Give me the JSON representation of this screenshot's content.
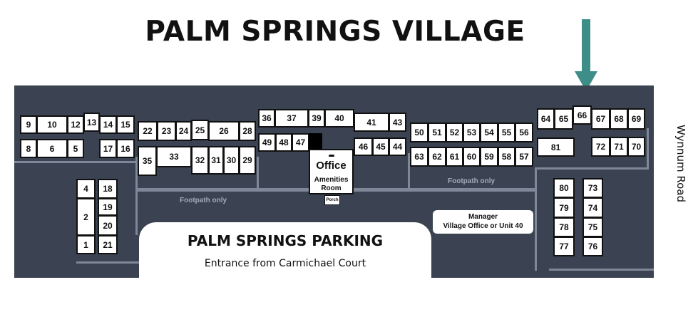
{
  "title": "PALM SPRINGS VILLAGE",
  "road": "Wynnum Road",
  "footpath_label": "Footpath only",
  "office": {
    "label": "Office",
    "sub1": "Amenities",
    "sub2": "Room",
    "porch": "Porch"
  },
  "manager": {
    "line1": "Manager",
    "line2": "Village Office or Unit 40"
  },
  "parking": {
    "title": "PALM SPRINGS PARKING",
    "subtitle": "Entrance from Carmichael Court"
  },
  "colors": {
    "arrow": "#3d8d89",
    "map_bg": "#3b4252",
    "path": "#7f8898"
  },
  "highlighted_unit": "66",
  "units": [
    "9",
    "10",
    "12",
    "13",
    "14",
    "15",
    "8",
    "6",
    "5",
    "17",
    "16",
    "22",
    "23",
    "24",
    "25",
    "26",
    "28",
    "35",
    "33",
    "32",
    "31",
    "30",
    "29",
    "4",
    "2",
    "1",
    "18",
    "19",
    "20",
    "21",
    "36",
    "37",
    "39",
    "40",
    "41",
    "43",
    "49",
    "48",
    "47",
    "46",
    "45",
    "44",
    "50",
    "51",
    "52",
    "53",
    "54",
    "55",
    "56",
    "63",
    "62",
    "61",
    "60",
    "59",
    "58",
    "57",
    "64",
    "65",
    "66",
    "67",
    "68",
    "69",
    "81",
    "72",
    "71",
    "70",
    "80",
    "79",
    "78",
    "77",
    "73",
    "74",
    "75",
    "76"
  ]
}
